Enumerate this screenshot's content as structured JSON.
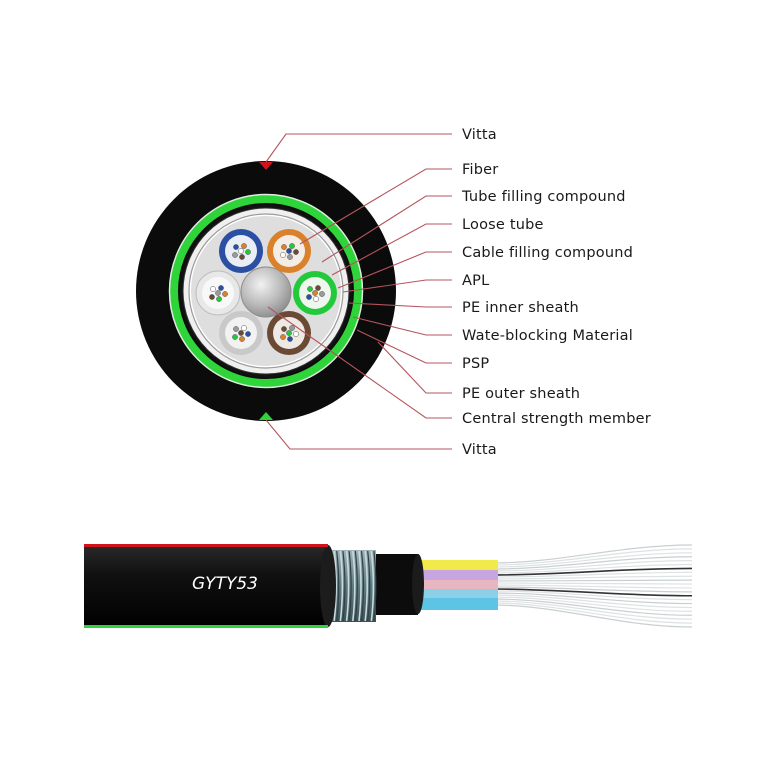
{
  "labels": [
    {
      "key": "vitta-top",
      "text": "Vitta"
    },
    {
      "key": "fiber",
      "text": "Fiber"
    },
    {
      "key": "tube-filling-compound",
      "text": "Tube filling compound"
    },
    {
      "key": "loose-tube",
      "text": "Loose tube"
    },
    {
      "key": "cable-filling-compound",
      "text": "Cable filling compound"
    },
    {
      "key": "apl",
      "text": "APL"
    },
    {
      "key": "pe-inner-sheath",
      "text": "PE inner sheath"
    },
    {
      "key": "water-blocking-material",
      "text": "Wate-blocking Material"
    },
    {
      "key": "psp",
      "text": "PSP"
    },
    {
      "key": "pe-outer-sheath",
      "text": "PE outer sheath"
    },
    {
      "key": "central-strength-member",
      "text": "Central strength member"
    },
    {
      "key": "vitta-bottom",
      "text": "Vitta"
    }
  ],
  "cable_model": "GYTY53",
  "colors": {
    "leader_line": "#b5545c",
    "outer_sheath": "#0a0a0a",
    "armor_green": "#2fd43a",
    "tube_blue": "#2b4fa3",
    "tube_orange": "#d9822b",
    "tube_green": "#22c93a",
    "tube_brown": "#6b4a35",
    "tube_white": "#e8e8e8",
    "tube_grey": "#c9c9c9",
    "vitta_red": "#d1141b",
    "vitta_green": "#2fd43a"
  }
}
